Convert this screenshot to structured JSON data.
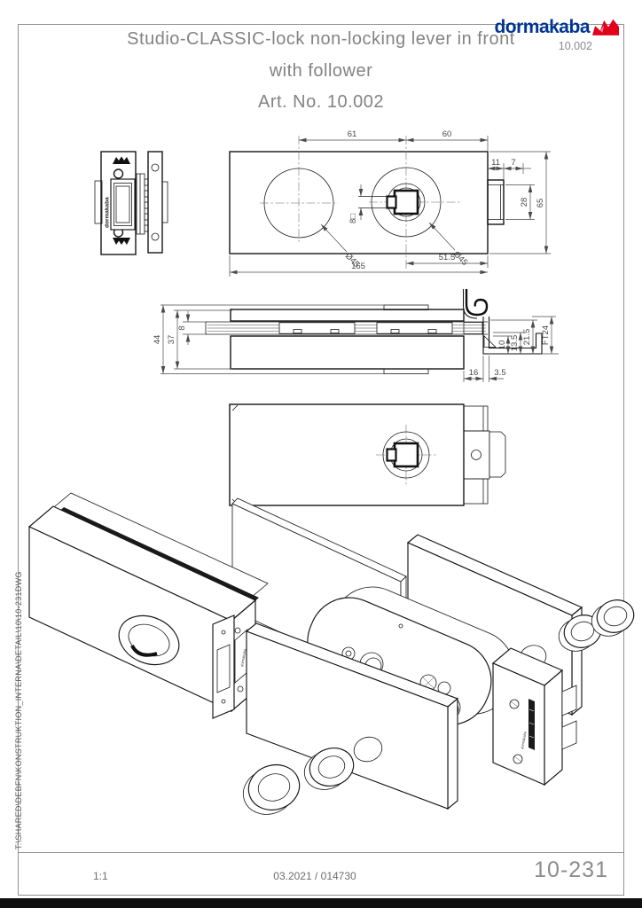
{
  "header": {
    "title_line1": "Studio-CLASSIC-lock non-locking lever in front",
    "title_line2": "with follower",
    "title_line3": "Art. No. 10.002",
    "logo_text": "dormakaba",
    "logo_code": "10.002"
  },
  "colors": {
    "brand_blue": "#003594",
    "brand_red": "#e2001a"
  },
  "small_view": {
    "vertical_brand": "dormakaba"
  },
  "top_view": {
    "d61": "61",
    "d60": "60",
    "d11": "11",
    "d7": "7",
    "d28": "28",
    "d65": "65",
    "d515": "51.5",
    "d165": "165",
    "dia_left": "Ø45",
    "dia_right": "Ø45",
    "dsq": "8□"
  },
  "section_view": {
    "d44": "44",
    "d37": "37",
    "d8": "8",
    "d10": "10",
    "d135": "13.5",
    "d215": "21.5",
    "dft": "FT24",
    "d16": "16",
    "d35": "3.5"
  },
  "exploded_view": {
    "end_brand": "dormakaba"
  },
  "side_text": "T:\\SHARED\\DEBFN\\KONSTRUKTION_INTERNA\\DETAIL\\10\\10-231DWG",
  "footer": {
    "scale": "1:1",
    "date_code": "03.2021 / 014730",
    "sheet_no": "10-231"
  }
}
